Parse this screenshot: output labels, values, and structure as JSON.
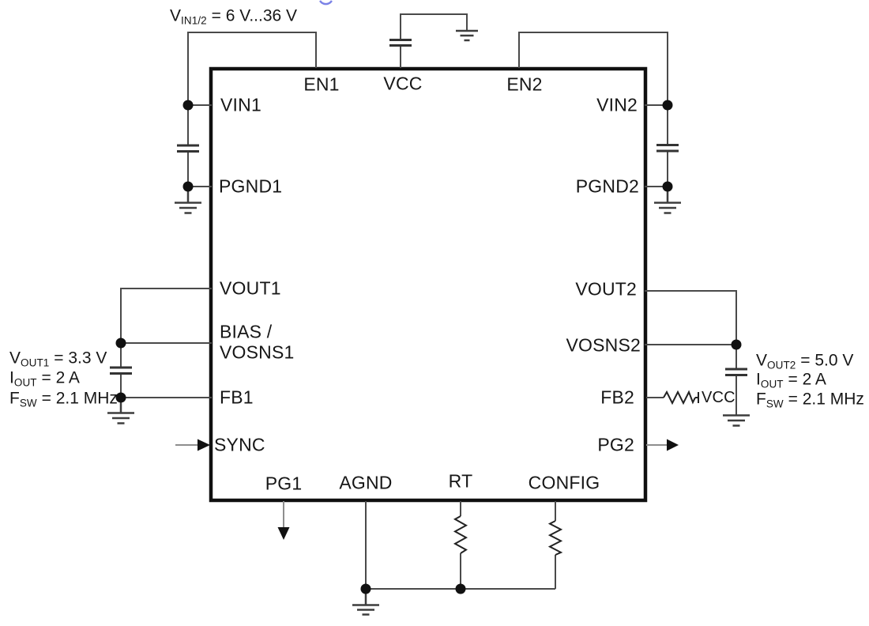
{
  "figure": {
    "description": "Typical application schematic of a dual-channel step-down (buck) converter IC"
  },
  "chip": {
    "pins": {
      "left": [
        "VIN1",
        "PGND1",
        "VOUT1",
        "BIAS /",
        "VOSNS1",
        "FB1",
        "SYNC"
      ],
      "right": [
        "VIN2",
        "PGND2",
        "VOUT2",
        "VOSNS2",
        "FB2",
        "PG2"
      ],
      "top": [
        "EN1",
        "VCC",
        "EN2"
      ],
      "bottom": [
        "PG1",
        "AGND",
        "RT",
        "CONFIG"
      ]
    }
  },
  "net_labels": {
    "fb2_pullup": "VCC"
  },
  "annotations": {
    "input": {
      "lead": "V",
      "sub": "IN1/2",
      "rest": " = 6 V...36 V"
    },
    "output1": [
      {
        "lead": "V",
        "sub": "OUT1",
        "rest": " = 3.3 V"
      },
      {
        "lead": "I",
        "sub": "OUT",
        "rest": " = 2 A"
      },
      {
        "lead": "F",
        "sub": "SW",
        "rest": " = 2.1 MHz"
      }
    ],
    "output2": [
      {
        "lead": "V",
        "sub": "OUT2",
        "rest": " = 5.0 V"
      },
      {
        "lead": "I",
        "sub": "OUT",
        "rest": " = 2 A"
      },
      {
        "lead": "F",
        "sub": "SW",
        "rest": " = 2.1 MHz"
      }
    ]
  },
  "symbols": {
    "capacitor": "capacitor-icon",
    "ground": "ground-icon",
    "resistor": "resistor-icon",
    "junction": "junction-dot-icon",
    "signal_arrow": "arrow-icon"
  },
  "colors": {
    "background": "#ffffff",
    "chip_border": "#101010",
    "wire": "#4a4a4a",
    "component": "#222222",
    "arrow_shaft": "#8e8e8e",
    "text": "#161616",
    "artifact_blue": "#7b82e6"
  }
}
